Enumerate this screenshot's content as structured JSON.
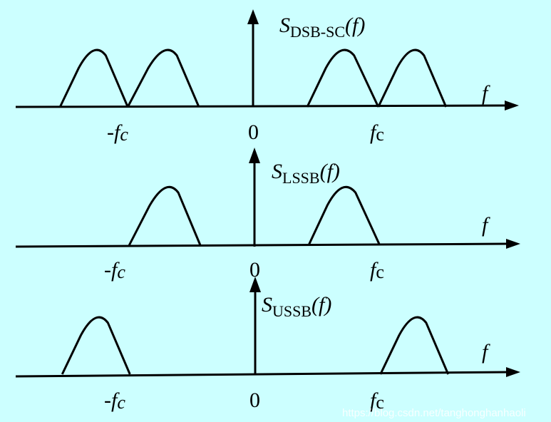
{
  "panels": [
    {
      "id": "dsb-sc",
      "title": {
        "symbol": "S",
        "subscript": "DSB-SC",
        "arg": "(f)"
      },
      "axis_label": "f",
      "ticks": {
        "neg_fc": "-f",
        "neg_fc_sub": "c",
        "zero": "0",
        "pos_fc": "f",
        "pos_fc_sub": "c"
      },
      "lobes": [
        {
          "side": "left",
          "start": -2.85,
          "peak": -2.35,
          "end": -1.85
        },
        {
          "side": "left",
          "start": -1.85,
          "peak": -1.3,
          "end": -0.8
        },
        {
          "side": "right",
          "start": 0.8,
          "peak": 1.3,
          "end": 1.85
        },
        {
          "side": "right",
          "start": 1.85,
          "peak": 2.35,
          "end": 2.85
        }
      ]
    },
    {
      "id": "lssb",
      "title": {
        "symbol": "S",
        "subscript": "LSSB",
        "arg": "(f)"
      },
      "axis_label": "f",
      "ticks": {
        "neg_fc": "-f",
        "neg_fc_sub": "c",
        "zero": "0",
        "pos_fc": "f",
        "pos_fc_sub": "c"
      },
      "lobes": [
        {
          "side": "left",
          "start": -1.85,
          "peak": -1.3,
          "end": -0.8
        },
        {
          "side": "right",
          "start": 0.8,
          "peak": 1.3,
          "end": 1.85
        }
      ]
    },
    {
      "id": "ussb",
      "title": {
        "symbol": "S",
        "subscript": "USSB",
        "arg": "(f)"
      },
      "axis_label": "f",
      "ticks": {
        "neg_fc": "-f",
        "neg_fc_sub": "c",
        "zero": "0",
        "pos_fc": "f",
        "pos_fc_sub": "c"
      },
      "lobes": [
        {
          "side": "left",
          "start": -2.85,
          "peak": -2.35,
          "end": -1.85
        },
        {
          "side": "right",
          "start": 1.85,
          "peak": 2.35,
          "end": 2.85
        }
      ]
    }
  ],
  "watermark": "https://blog.csdn.net/tanghonghanhaoli",
  "colors": {
    "background": "#ccffff",
    "ink": "#000000"
  }
}
